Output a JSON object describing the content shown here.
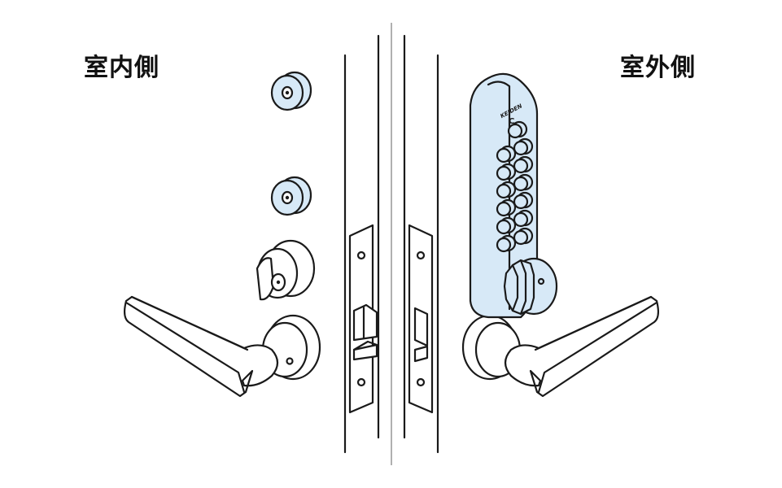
{
  "labels": {
    "indoor": "室内側",
    "outdoor": "室外側",
    "brand": "KEIDEN"
  },
  "colors": {
    "lock_body": "#d7e9f7",
    "line": "#1a1a1a",
    "divider": "#b0b0b0",
    "background": "#ffffff"
  },
  "keypad": {
    "rows": 6,
    "columns": 2,
    "top_button": "C"
  }
}
